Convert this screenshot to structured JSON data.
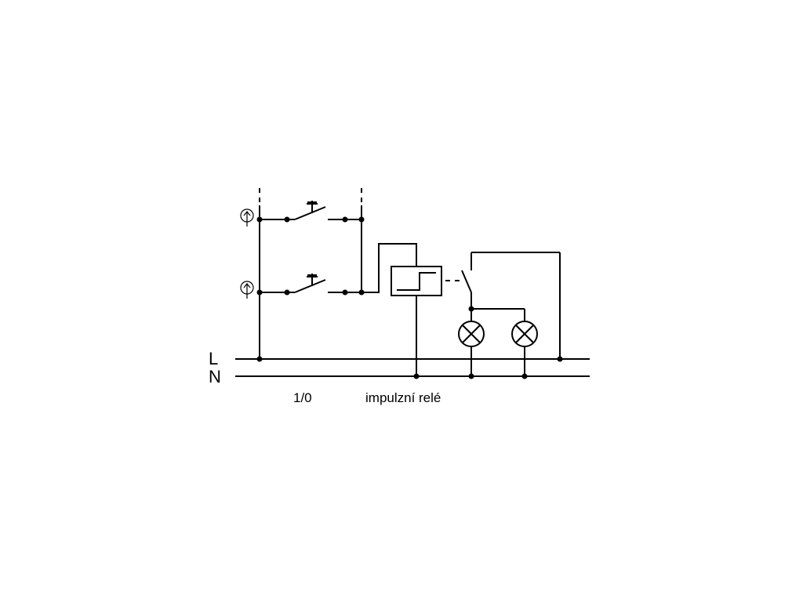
{
  "diagram": {
    "rail_L": "L",
    "rail_N": "N",
    "caption_left": "1/0",
    "caption_right": "impulzní relé"
  }
}
